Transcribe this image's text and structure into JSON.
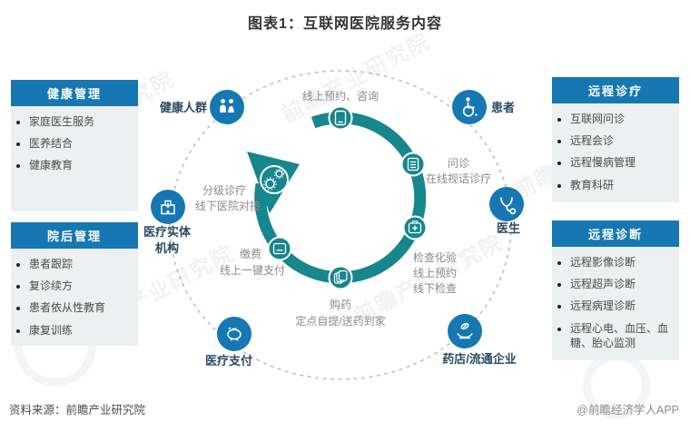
{
  "title": "图表1：互联网医院服务内容",
  "panels": {
    "health": {
      "header": "健康管理",
      "items": [
        "家庭医生服务",
        "医养结合",
        "健康教育"
      ]
    },
    "post": {
      "header": "院后管理",
      "items": [
        "患者跟踪",
        "复诊续方",
        "患者依从性教育",
        "康复训练"
      ]
    },
    "telecare": {
      "header": "远程诊疗",
      "items": [
        "互联网问诊",
        "远程会诊",
        "远程慢病管理",
        "教育科研"
      ]
    },
    "telediag": {
      "header": "远程诊断",
      "items": [
        "远程影像诊断",
        "远程超声诊断",
        "远程病理诊断",
        "远程心电、血压、血糖、胎心监测"
      ]
    }
  },
  "entities": {
    "healthy_people": "健康人群",
    "patient": "患者",
    "doctor": "医生",
    "pharmacy": "药店/流通企业",
    "payment": "医疗支付",
    "institution_line1": "医疗实体",
    "institution_line2": "机构"
  },
  "cycle": {
    "step1_line1": "线上预约、咨询",
    "step2_line1": "问诊",
    "step2_line2": "在线视话诊疗",
    "step3_line1": "检查化验",
    "step3_line2": "线上预约",
    "step3_line3": "线下检查",
    "step4_line1": "购药",
    "step4_line2": "定点自提/送药到家",
    "step5_line1": "缴费",
    "step5_line2": "线上一键支付",
    "step6_line1": "分级诊疗",
    "step6_line2": "线下医院对接"
  },
  "footer": {
    "source": "资料来源：前瞻产业研究院",
    "credit": "@前瞻经济学人APP"
  },
  "watermark": "前瞻产业研究院",
  "colors": {
    "teal": "#17868d",
    "blue": "#1677b3"
  }
}
